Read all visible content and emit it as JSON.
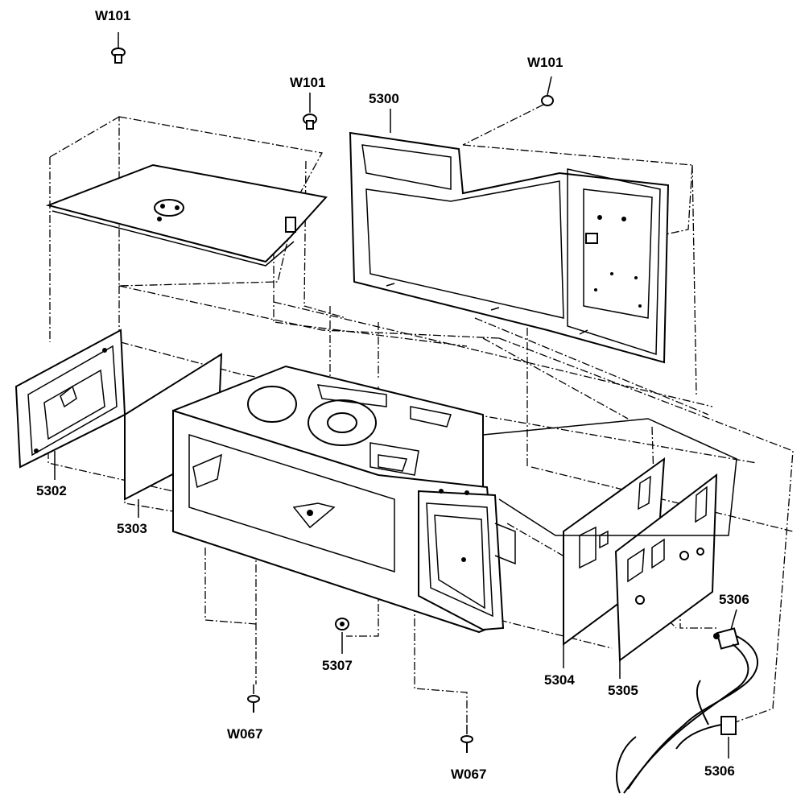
{
  "diagram": {
    "callouts": {
      "w101_top_left": "W101",
      "w101_center": "W101",
      "w101_right": "W101",
      "p5300": "5300",
      "p5302": "5302",
      "p5303": "5303",
      "p5304": "5304",
      "p5305": "5305",
      "p5306_upper": "5306",
      "p5306_lower": "5306",
      "p5307": "5307",
      "w067_left": "W067",
      "w067_right": "W067"
    }
  }
}
